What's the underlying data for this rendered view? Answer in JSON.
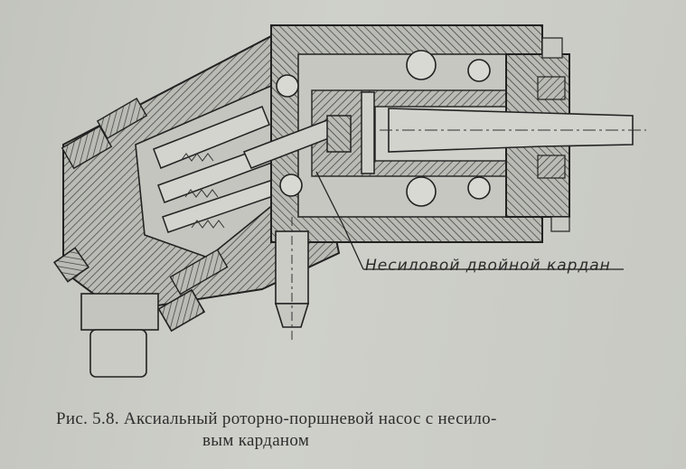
{
  "figure": {
    "callout_label": "Несиловой двойной кардан",
    "caption_line1": "Рис. 5.8. Аксиальный роторно-поршневой насос с несило-",
    "caption_line2": "вым карданом"
  },
  "colors": {
    "paper": "#c9cac4",
    "ink": "#2a2a2a",
    "hatch_fill": "#8f918b"
  }
}
